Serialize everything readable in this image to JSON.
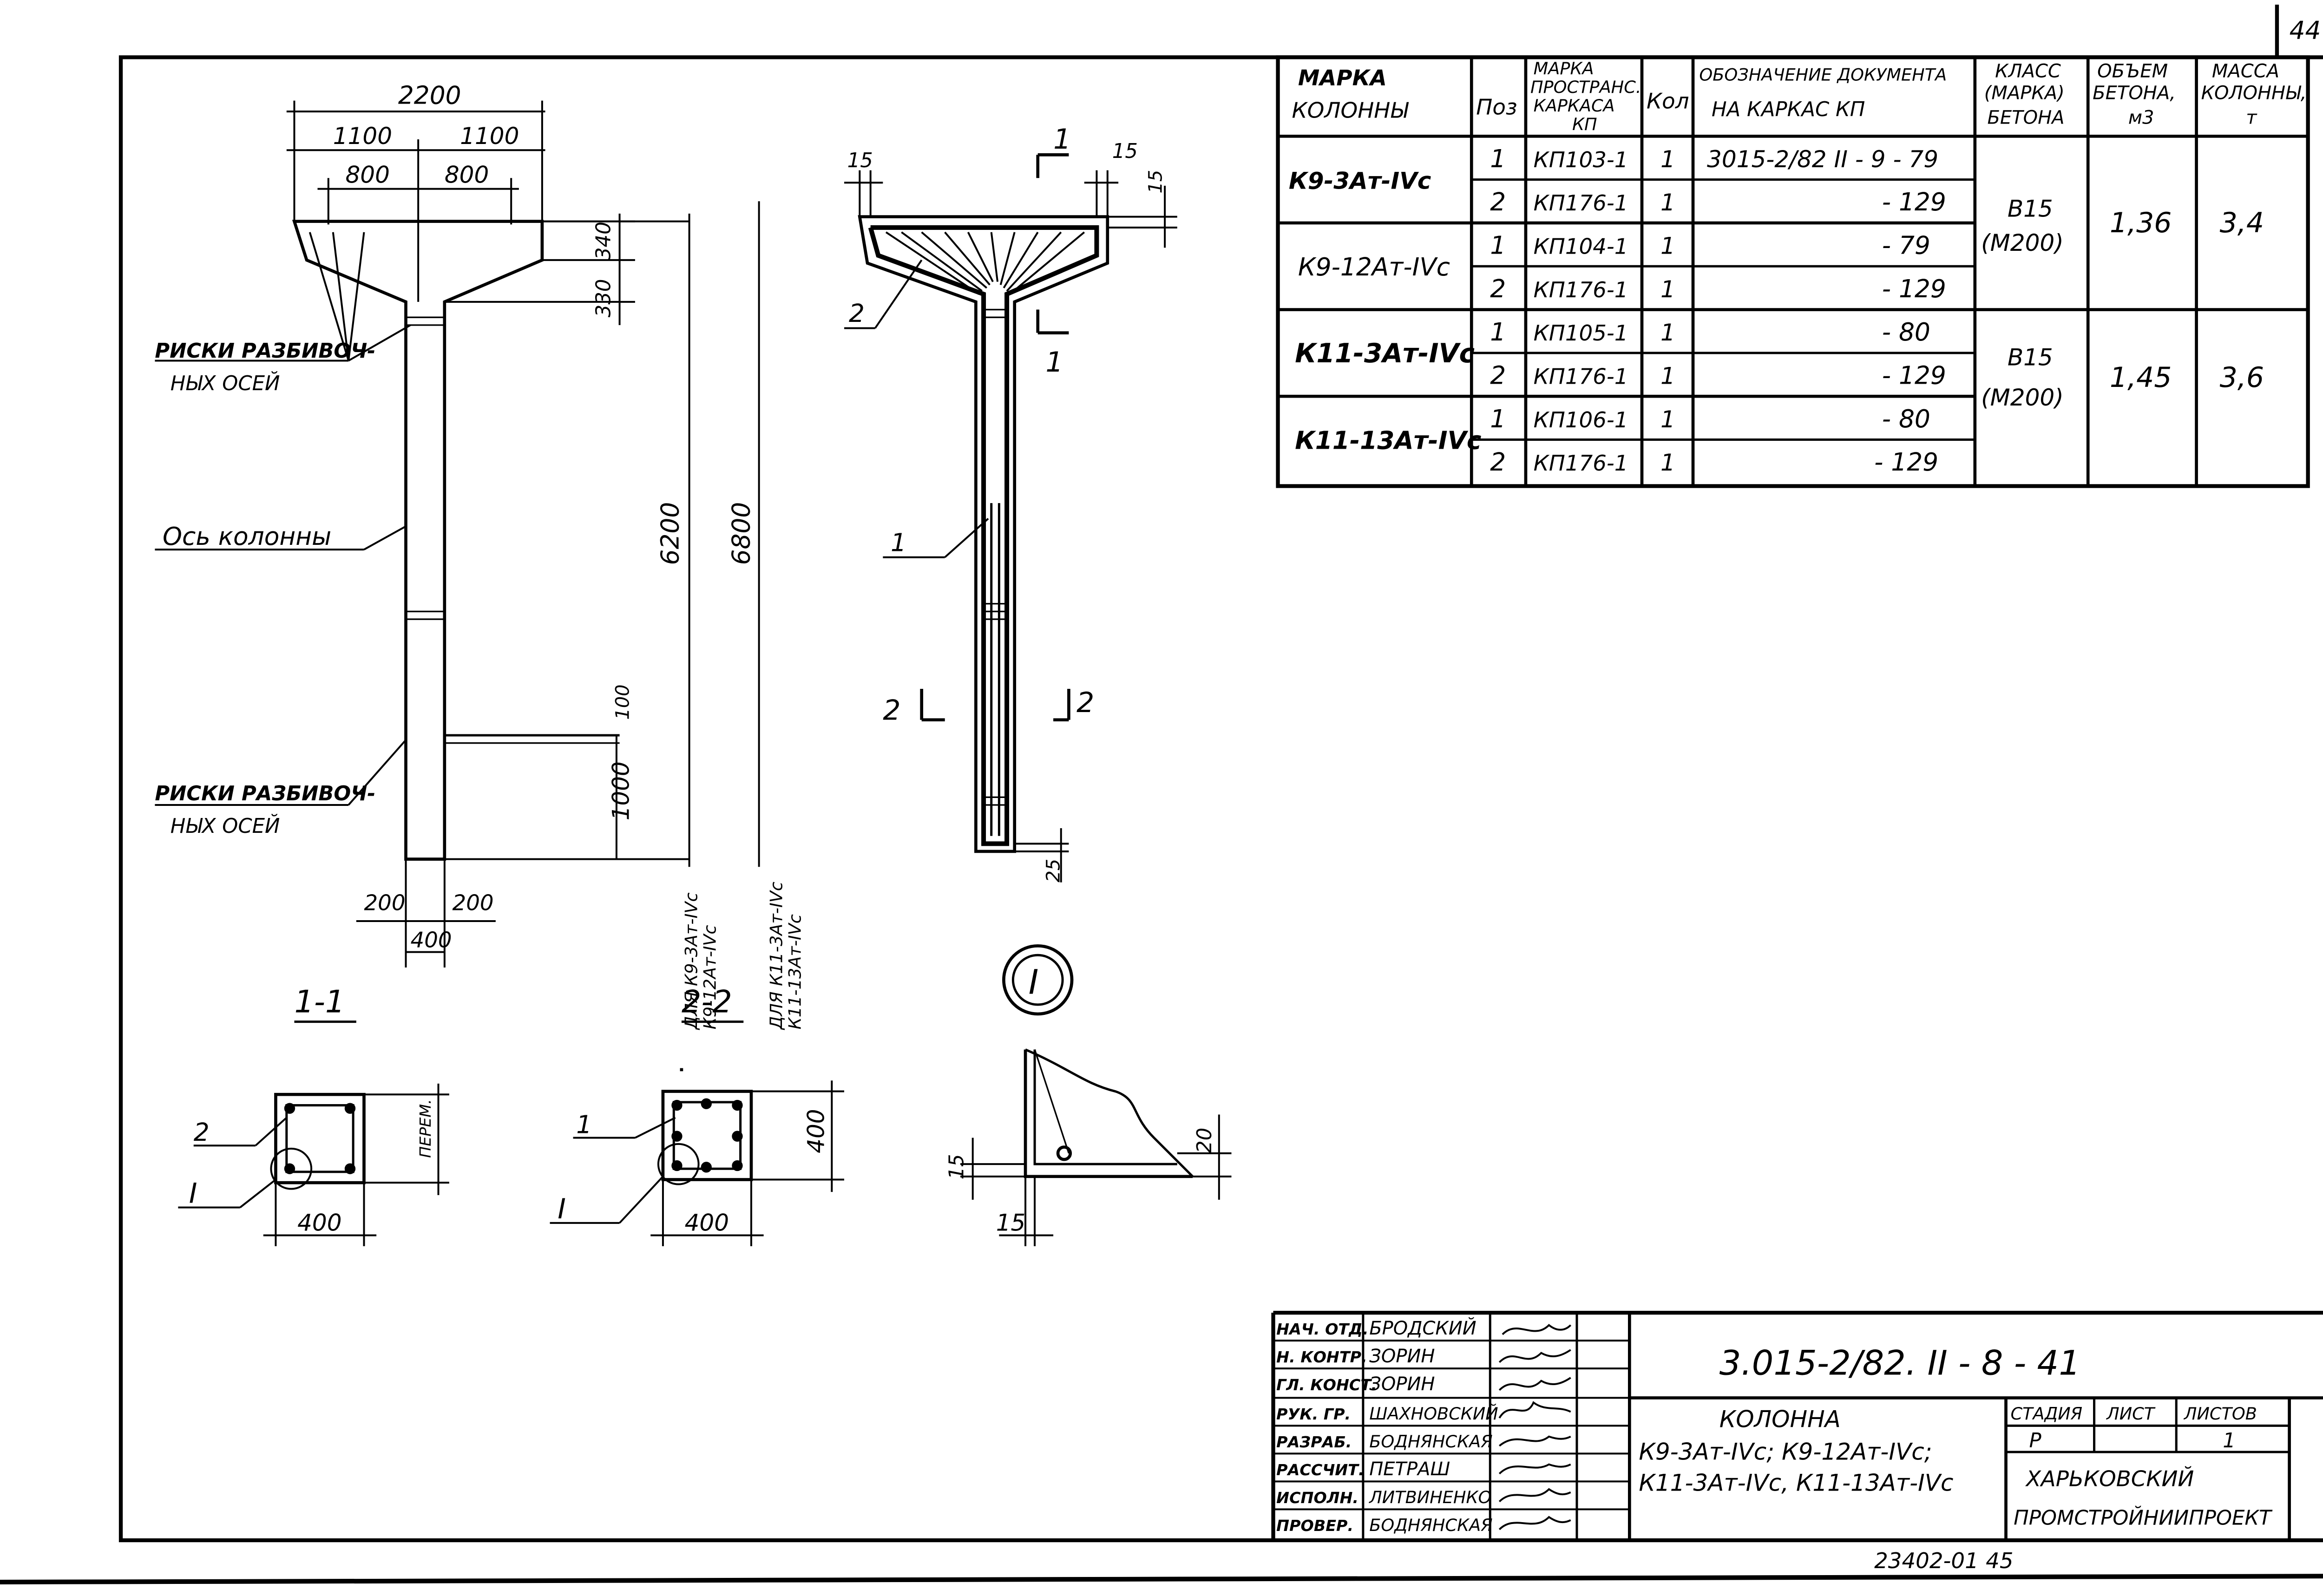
{
  "sheet": {
    "page_number": "44",
    "bottom_code": "23402-01",
    "bottom_code_page": "45"
  },
  "column_view": {
    "dim_2200": "2200",
    "dim_1100_left": "1100",
    "dim_1100_right": "1100",
    "dim_800_left": "800",
    "dim_800_right": "800",
    "dim_340": "340",
    "dim_330": "330",
    "dim_6200": "6200",
    "dim_6800": "6800",
    "dim_100": "100",
    "dim_1000": "1000",
    "dim_200_left": "200",
    "dim_200_right": "200",
    "dim_400": "400",
    "label_marks_top_1": "РИСКИ РАЗБИВОЧ-",
    "label_marks_top_2": "НЫХ ОСЕЙ",
    "label_axis": "Ось колонны",
    "label_marks_bottom_1": "РИСКИ РАЗБИВОЧ-",
    "label_marks_bottom_2": "НЫХ ОСЕЙ",
    "note_for_k9_1": "ДЛЯ К9-3Ат-IVс",
    "note_for_k9_2": "К9-12Ат-IVс",
    "note_for_k11_1": "ДЛЯ К11-3Ат-IVс",
    "note_for_k11_2": "К11-13Ат-IVс"
  },
  "reinforcement_view": {
    "dim_15_left": "15",
    "dim_15_right": "15",
    "dim_15_side": "15",
    "cut_1_top": "1",
    "cut_1_bottom": "1",
    "cut_2_left": "2",
    "cut_2_right": "2",
    "pos_2": "2",
    "pos_1": "1",
    "dim_25": "25"
  },
  "sections": {
    "section_1_title": "1-1",
    "section_2_title": "2-2",
    "s1_pos": "2",
    "s1_detail": "I",
    "s1_dim_width": "400",
    "s1_dim_height": "ПЕРЕМ.",
    "s2_pos": "1",
    "s2_detail": "I",
    "s2_dim_width": "400",
    "s2_dim_height": "400",
    "detail_marker": "I",
    "detail_dim_15_v": "15",
    "detail_dim_15_h": "15",
    "detail_dim_20": "20"
  },
  "spec_table": {
    "headers": {
      "mark_1": "МАРКА",
      "mark_2": "КОЛОННЫ",
      "pos": "Поз",
      "frame_1": "МАРКА",
      "frame_2": "ПРОСТРАНС.",
      "frame_3": "КАРКАСА",
      "frame_4": "КП",
      "qty": "Кол",
      "doc_1": "ОБОЗНАЧЕНИЕ ДОКУМЕНТА",
      "doc_2": "НА КАРКАС КП",
      "class_1": "КЛАСС",
      "class_2": "(МАРКА)",
      "class_3": "БЕТОНА",
      "volume_1": "ОБЪЕМ",
      "volume_2": "БЕТОНА,",
      "volume_3": "м3",
      "mass_1": "МАССА",
      "mass_2": "КОЛОННЫ,",
      "mass_3": "т"
    },
    "rows": [
      {
        "pos": "1",
        "frame": "КП103-1",
        "qty": "1",
        "doc": "3015-2/82 II - 9 - 79"
      },
      {
        "pos": "2",
        "frame": "КП176-1",
        "qty": "1",
        "doc": "- 129"
      },
      {
        "pos": "1",
        "frame": "КП104-1",
        "qty": "1",
        "doc": "- 79"
      },
      {
        "pos": "2",
        "frame": "КП176-1",
        "qty": "1",
        "doc": "- 129"
      },
      {
        "pos": "1",
        "frame": "КП105-1",
        "qty": "1",
        "doc": "- 80"
      },
      {
        "pos": "2",
        "frame": "КП176-1",
        "qty": "1",
        "doc": "- 129"
      },
      {
        "pos": "1",
        "frame": "КП106-1",
        "qty": "1",
        "doc": "- 80"
      },
      {
        "pos": "2",
        "frame": "КП176-1",
        "qty": "1",
        "doc": "- 129"
      }
    ],
    "marks": [
      "К9-3Ат-IVс",
      "К9-12Ат-IVс",
      "К11-3Ат-IVс",
      "К11-13Ат-IVс"
    ],
    "group_a": {
      "class_1": "В15",
      "class_2": "(М200)",
      "volume": "1,36",
      "mass": "3,4"
    },
    "group_b": {
      "class_1": "В15",
      "class_2": "(М200)",
      "volume": "1,45",
      "mass": "3,6"
    }
  },
  "title_block": {
    "roles": [
      "НАЧ. ОТД.",
      "Н. КОНТР.",
      "ГЛ. КОНСТ.",
      "РУК. ГР.",
      "РАЗРАБ.",
      "РАССЧИТ.",
      "ИСПОЛН.",
      "ПРОВЕР."
    ],
    "names": [
      "БРОДСКИЙ",
      "ЗОРИН",
      "ЗОРИН",
      "ШАХНОВСКИЙ",
      "БОДНЯНСКАЯ",
      "ПЕТРАШ",
      "ЛИТВИНЕНКО",
      "БОДНЯНСКАЯ"
    ],
    "doc_code": "3.015-2/82. II - 8 - 41",
    "product_1": "КОЛОННА",
    "product_2": "К9-3Ат-IVс; К9-12Ат-IVс;",
    "product_3": "К11-3Ат-IVс, К11-13Ат-IVс",
    "stage_label": "СТАДИЯ",
    "sheet_label": "ЛИСТ",
    "sheets_label": "ЛИСТОВ",
    "stage_value": "Р",
    "sheet_value": "",
    "sheets_value": "1",
    "org_1": "ХАРЬКОВСКИЙ",
    "org_2": "ПРОМСТРОЙНИИПРОЕКТ"
  }
}
